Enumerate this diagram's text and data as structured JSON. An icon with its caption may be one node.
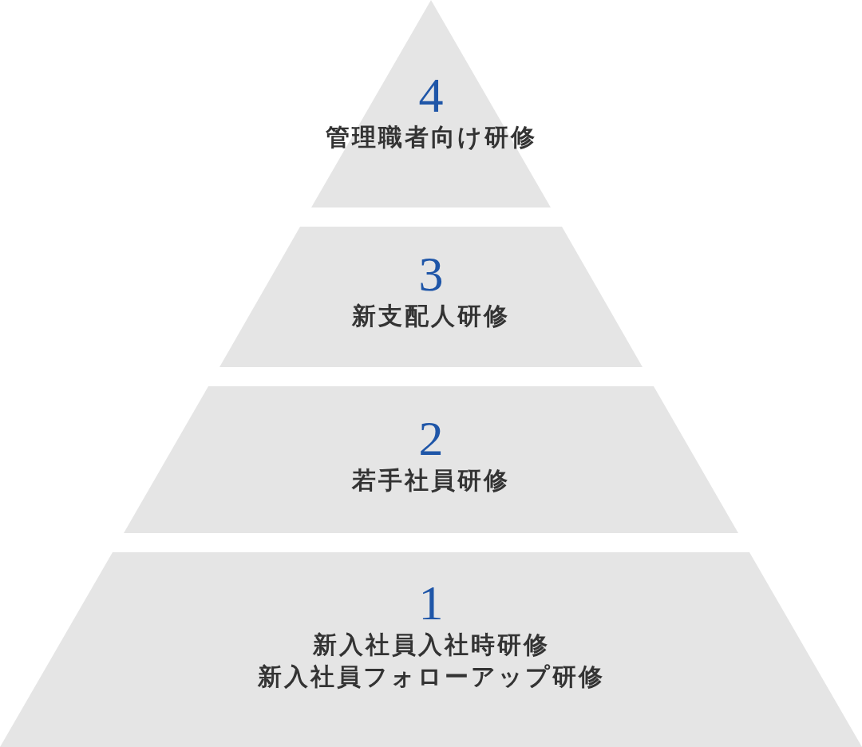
{
  "diagram": {
    "nodes": [
      {
        "text": [
          "4",
          "管理職者向け研修"
        ]
      },
      {
        "text": [
          "3",
          "新支配人研修"
        ]
      },
      {
        "text": [
          "2",
          "若手社員研修"
        ]
      },
      {
        "text": [
          "1",
          "新入社員入社時研修",
          "新入社員フォローアップ研修"
        ]
      }
    ]
  }
}
